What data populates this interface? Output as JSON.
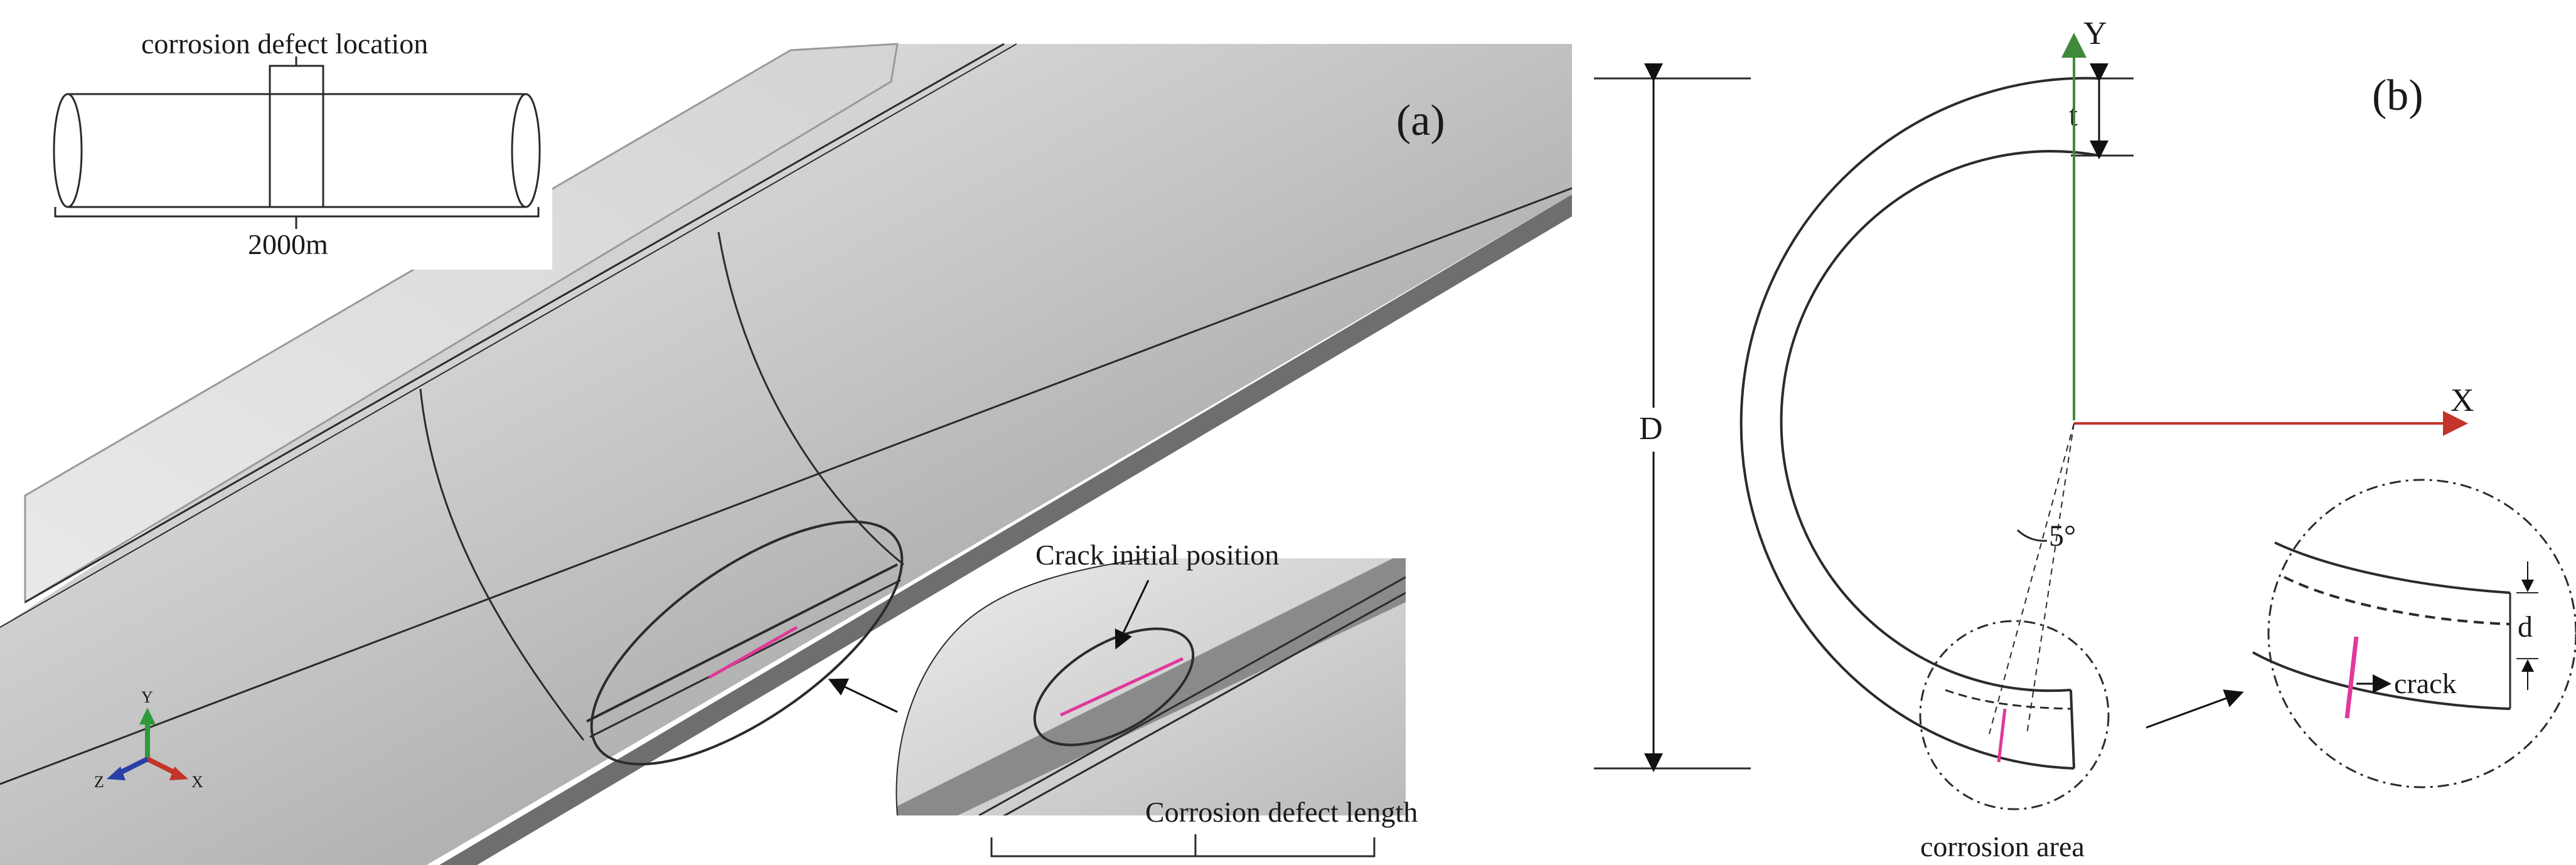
{
  "panel_a": {
    "label": "(a)",
    "inset_location_label": "corrosion defect location",
    "inset_length_label": "2000m",
    "crack_label": "Crack initial position",
    "defect_length_label": "Corrosion defect length",
    "triad_y": "Y",
    "triad_z": "Z",
    "triad_x": "X",
    "colors": {
      "crack": "#e0389b",
      "axis_y": "#2e9a3a",
      "axis_x": "#c4342a",
      "axis_z": "#2840a8"
    }
  },
  "panel_b": {
    "label": "(b)",
    "axis_y": "Y",
    "axis_x": "X",
    "thickness_label": "t",
    "diameter_label": "D",
    "angle_label": "5°",
    "corrosion_area_label": "corrosion area",
    "depth_label": "d",
    "crack_label": "crack",
    "colors": {
      "axis_y": "#3f8a3a",
      "axis_x": "#c4342a",
      "crack": "#e0389b"
    }
  }
}
